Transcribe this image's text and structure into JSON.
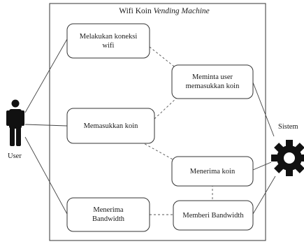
{
  "system": {
    "title_plain": "Wifi Koin ",
    "title_italic": "Vending Machine"
  },
  "actors": {
    "user_label": "User",
    "system_label": "Sistem"
  },
  "use_cases": {
    "uc1": "Melakukan koneksi\nwifi",
    "uc2": "Meminta user\nmemasukkan koin",
    "uc3": "Memasukkan koin",
    "uc4": "Menerima koin",
    "uc5": "Menerima\nBandwidth",
    "uc6": "Memberi Bandwidth"
  },
  "icons": {
    "user": "person-icon",
    "system": "gear-icon"
  }
}
